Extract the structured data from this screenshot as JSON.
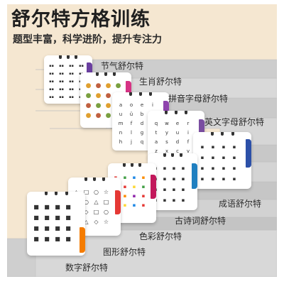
{
  "header": {
    "title": "舒尔特方格训练",
    "subtitle": "题型丰富，科学进阶，提升专注力"
  },
  "cards": [
    {
      "name": "节气舒尔特",
      "color": "#6a3fa0"
    },
    {
      "name": "生肖舒尔特",
      "color": "#d63384"
    },
    {
      "name": "拼音字母舒尔特",
      "color": "#8e44ad"
    },
    {
      "name": "英文字母舒尔特",
      "color": "#7a4ea1"
    },
    {
      "name": "成语舒尔特",
      "color": "#2c50a8"
    },
    {
      "name": "古诗词舒尔特",
      "color": "#1f7fc0"
    },
    {
      "name": "色彩舒尔特",
      "color": "#c2185b"
    },
    {
      "name": "图形舒尔特",
      "color": "#e53935"
    },
    {
      "name": "数字舒尔特",
      "color": "#f57c00"
    }
  ]
}
